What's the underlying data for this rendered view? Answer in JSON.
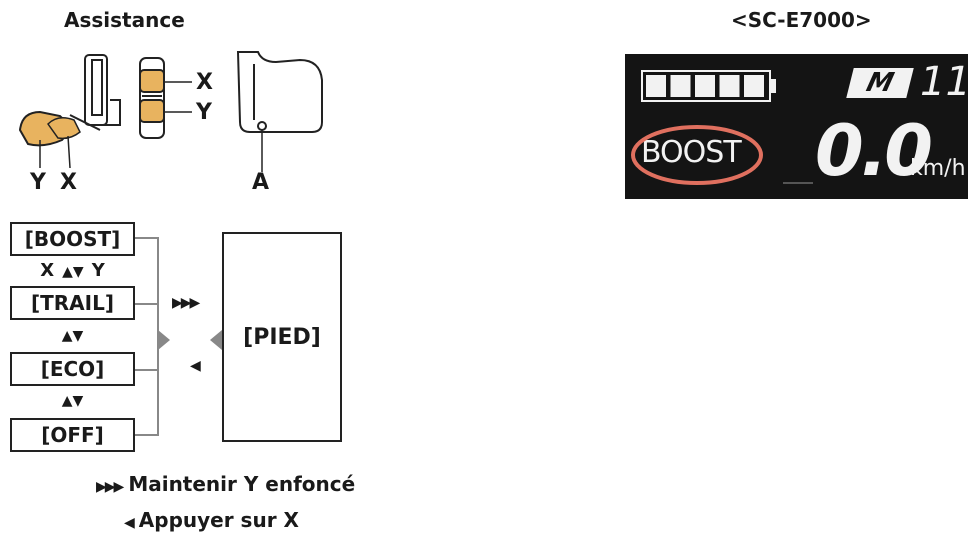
{
  "header": {
    "assist_title": "Assistance",
    "model_title": "<SC-E7000>"
  },
  "switch_labels": {
    "x_upper": "X",
    "y_upper": "Y",
    "y_lower": "Y",
    "x_lower": "X",
    "a_label": "A"
  },
  "modes": {
    "boost": "[BOOST]",
    "trail": "[TRAIL]",
    "eco": "[ECO]",
    "off": "[OFF]",
    "row1_x": "X",
    "row1_arrows": "▲▼",
    "row1_y": "Y",
    "row2_arrows": "▲▼",
    "row3_arrows": "▲▼"
  },
  "pied": {
    "label": "[PIED]",
    "forward_arrows": "▶▶▶",
    "back_arrow": "◀"
  },
  "legend": {
    "hold_icon": "▶▶▶",
    "hold_text": "Maintenir Y enfoncé",
    "press_icon": "◀",
    "press_text": "Appuyer sur X"
  },
  "display": {
    "mode_badge": "M",
    "mode_number": "11",
    "assist_text": "BOOST",
    "speed_value": "0.0",
    "speed_unit": "km/h",
    "battery_segments_filled": 5,
    "colors": {
      "background": "#141414",
      "text": "#f2f2f2",
      "highlight_circle": "#e0705f"
    }
  },
  "colors": {
    "switch_fill": "#e8b35f",
    "line": "#222222"
  }
}
